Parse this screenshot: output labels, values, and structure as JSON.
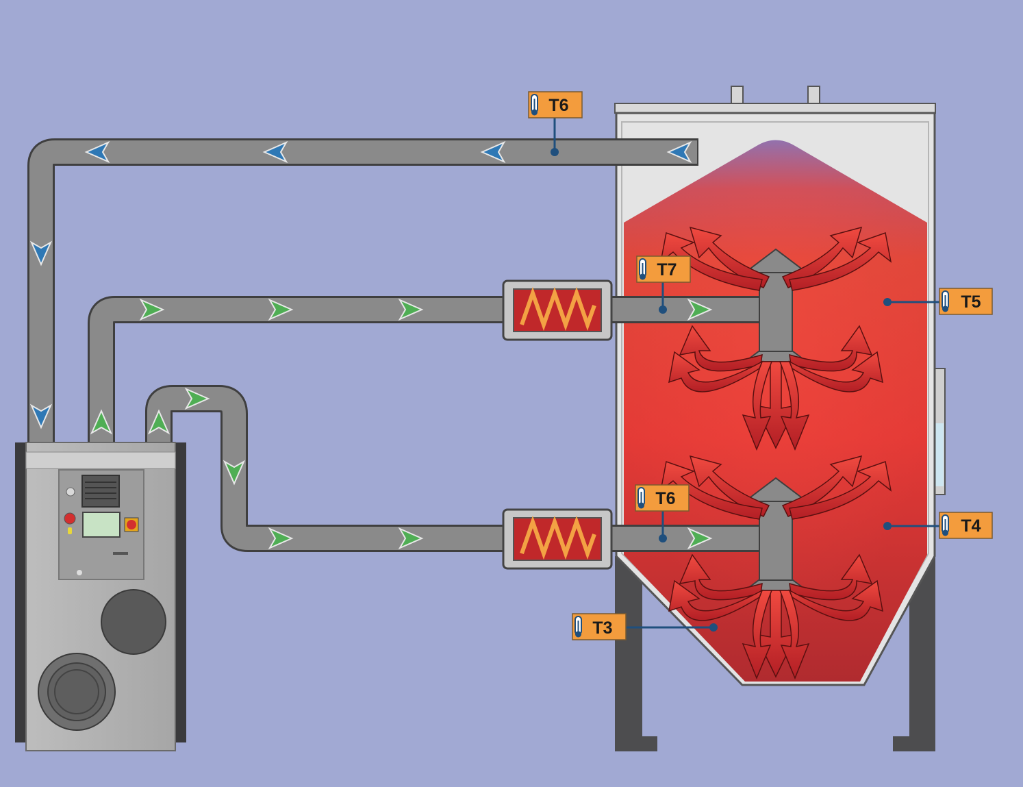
{
  "colors": {
    "background": "#a1a9d3",
    "pipe": "#8a8a8a",
    "pipe_outline": "#3f3f3f",
    "return_arrow": "#2e78b5",
    "supply_arrow": "#4fae54",
    "heat_arrow": "#d42a2a",
    "heater_core": "#c0282a",
    "heater_coil": "#f3a244",
    "sensor_tag": "#f39c3d",
    "sensor_line": "#1f4f7d",
    "hopper_body": "#e6e6e6",
    "hopper_hot": "#e53a35",
    "hopper_cool_top": "#8673b8",
    "leg": "#4d4d4f"
  },
  "sensors": {
    "t6_top": "T6",
    "t7": "T7",
    "t6_lower": "T6",
    "t5": "T5",
    "t4": "T4",
    "t3": "T3"
  },
  "icons": {
    "sensor": "thermometer-icon",
    "heater": "heating-coil-icon",
    "return_flow": "return-air-arrow-icon",
    "supply_flow": "supply-air-arrow-icon",
    "heat_flow": "heat-dispersion-arrow-icon"
  }
}
